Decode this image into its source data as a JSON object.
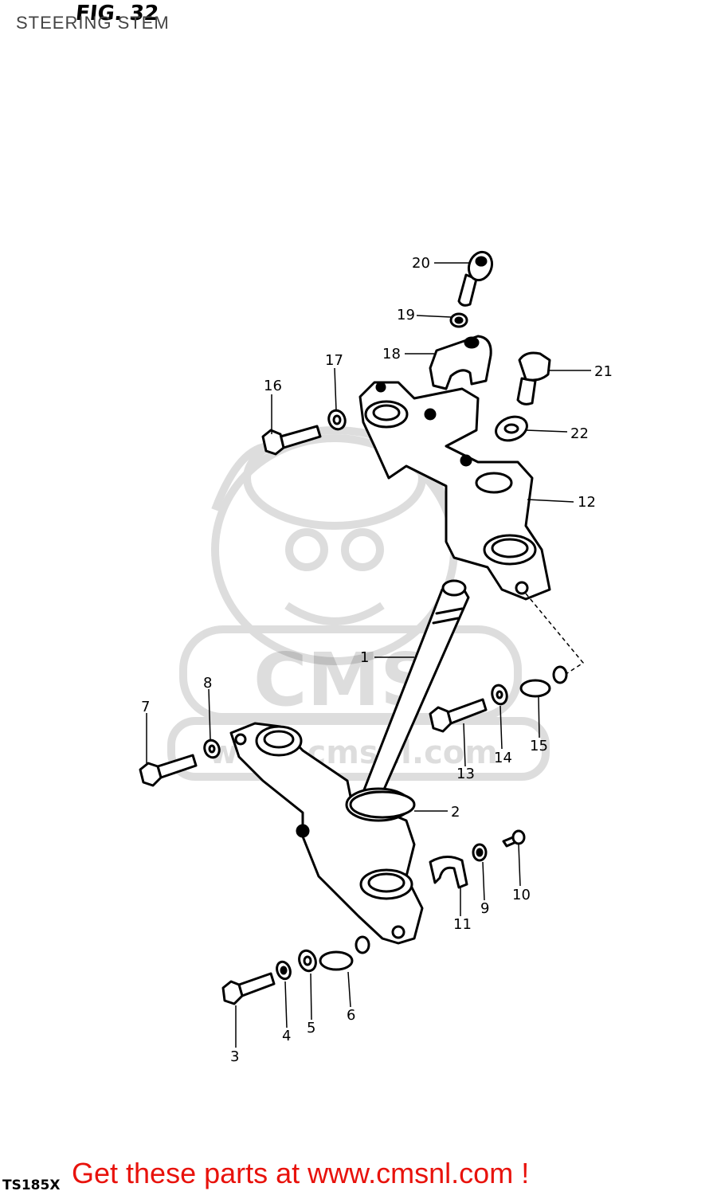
{
  "header": {
    "title": "STEERING STEM",
    "figure_label": "FIG. 32"
  },
  "watermark": {
    "brand": "CMS",
    "url": "www.cmsnl.com"
  },
  "callouts": [
    "1",
    "2",
    "3",
    "4",
    "5",
    "6",
    "7",
    "8",
    "9",
    "10",
    "11",
    "12",
    "13",
    "14",
    "15",
    "16",
    "17",
    "18",
    "19",
    "20",
    "21",
    "22"
  ],
  "footer": {
    "model_code": "TS185X",
    "link_text": "Get these parts at www.cmsnl.com !",
    "link_color": "#e8120c"
  }
}
